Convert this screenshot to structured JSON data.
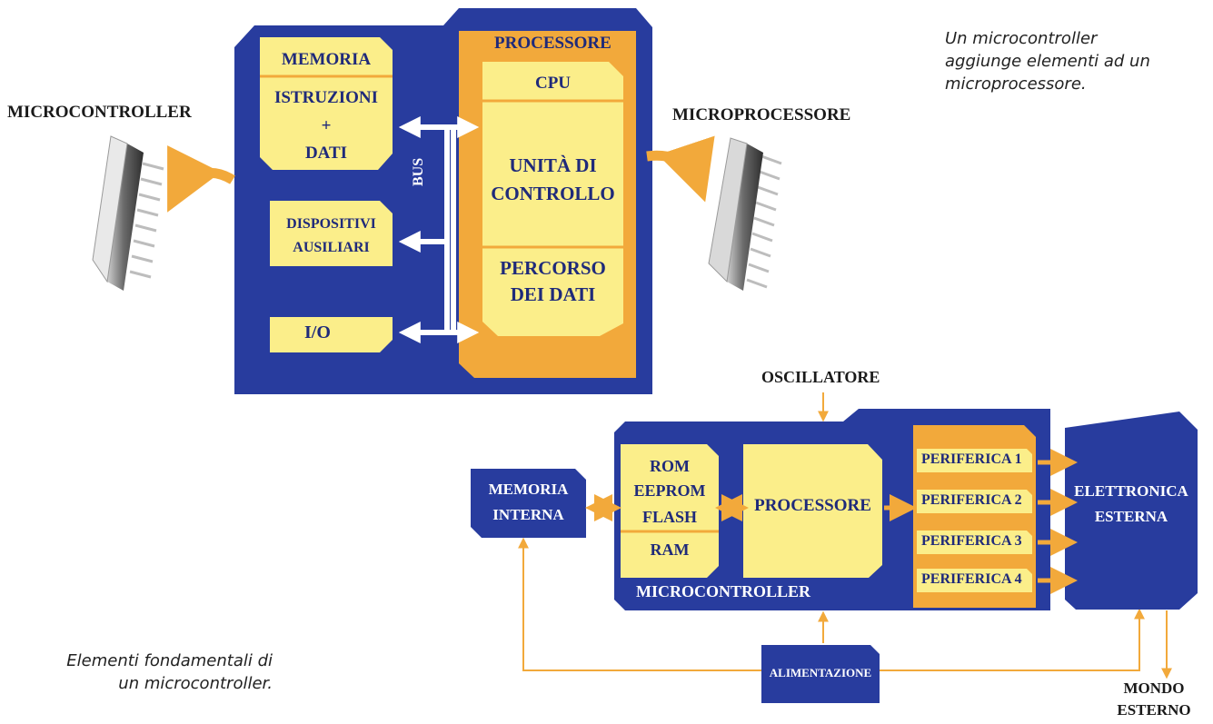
{
  "caption_top": [
    "Un microcontroller",
    "aggiunge elementi ad un",
    "microprocessore."
  ],
  "caption_bottom": [
    "Elementi fondamentali di",
    "un microcontroller."
  ],
  "top": {
    "microcontroller_label": "MICROCONTROLLER",
    "microprocessore_label": "MICROPROCESSORE",
    "memoria": "MEMORIA",
    "istruzioni": "ISTRUZIONI",
    "plus": "+",
    "dati": "DATI",
    "dispositivi": "DISPOSITIVI",
    "ausiliari": "AUSILIARI",
    "io": "I/O",
    "bus": "BUS",
    "processore": "PROCESSORE",
    "cpu": "CPU",
    "unita": "UNITÀ DI",
    "controllo": "CONTROLLO",
    "percorso": "PERCORSO",
    "dei_dati": "DEI DATI"
  },
  "bottom": {
    "oscillatore": "OSCILLATORE",
    "memoria": "MEMORIA",
    "interna": "INTERNA",
    "rom": "ROM",
    "eeprom": "EEPROM",
    "flash": "FLASH",
    "ram": "RAM",
    "processore": "PROCESSORE",
    "periferiche": [
      "PERIFERICA 1",
      "PERIFERICA 2",
      "PERIFERICA 3",
      "PERIFERICA 4"
    ],
    "elettronica": "ELETTRONICA",
    "esterna": "ESTERNA",
    "microcontroller": "MICROCONTROLLER",
    "alimentazione": "ALIMENTAZIONE",
    "mondo": "MONDO",
    "esterno": "ESTERNO"
  },
  "colors": {
    "blue": "#283c9e",
    "yellow": "#fbee8a",
    "orange": "#f2a93b",
    "text_dark": "#1f2a7a"
  }
}
